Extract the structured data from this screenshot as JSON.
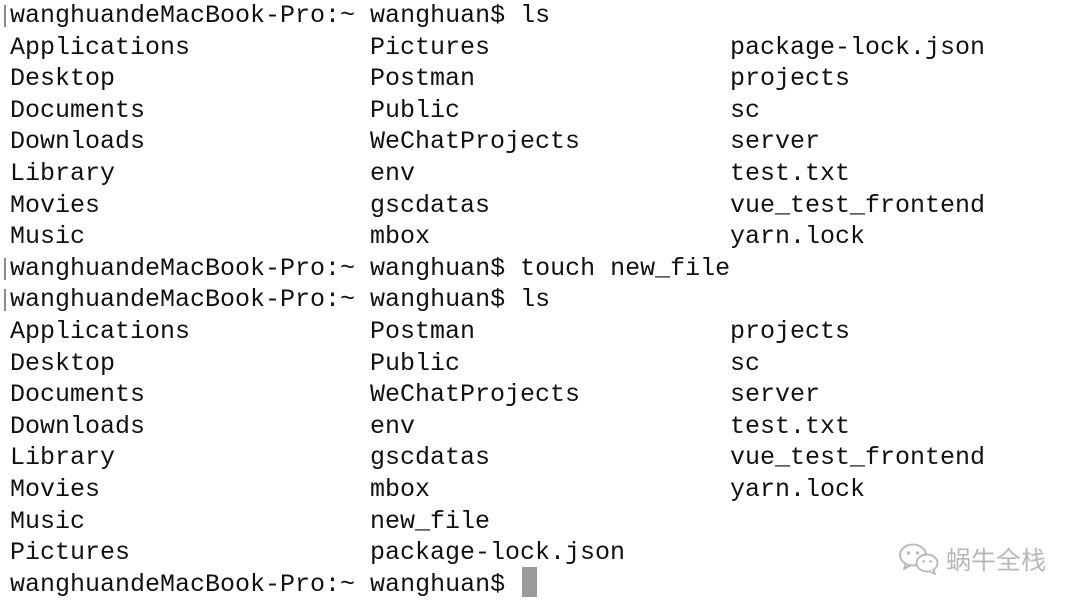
{
  "terminal": {
    "cursor_color": "#9a9a9a",
    "lines": [
      {
        "kind": "prompt",
        "prompt": "wanghuandeMacBook-Pro:~ wanghuan$ ",
        "command": "ls",
        "marker": true
      },
      {
        "kind": "files",
        "cols": [
          "Applications",
          "Pictures",
          "package-lock.json"
        ]
      },
      {
        "kind": "files",
        "cols": [
          "Desktop",
          "Postman",
          "projects"
        ]
      },
      {
        "kind": "files",
        "cols": [
          "Documents",
          "Public",
          "sc"
        ]
      },
      {
        "kind": "files",
        "cols": [
          "Downloads",
          "WeChatProjects",
          "server"
        ]
      },
      {
        "kind": "files",
        "cols": [
          "Library",
          "env",
          "test.txt"
        ]
      },
      {
        "kind": "files",
        "cols": [
          "Movies",
          "gscdatas",
          "vue_test_frontend"
        ]
      },
      {
        "kind": "files",
        "cols": [
          "Music",
          "mbox",
          "yarn.lock"
        ]
      },
      {
        "kind": "prompt",
        "prompt": "wanghuandeMacBook-Pro:~ wanghuan$ ",
        "command": "touch new_file",
        "marker": true
      },
      {
        "kind": "prompt",
        "prompt": "wanghuandeMacBook-Pro:~ wanghuan$ ",
        "command": "ls",
        "marker": true
      },
      {
        "kind": "files",
        "cols": [
          "Applications",
          "Postman",
          "projects"
        ]
      },
      {
        "kind": "files",
        "cols": [
          "Desktop",
          "Public",
          "sc"
        ]
      },
      {
        "kind": "files",
        "cols": [
          "Documents",
          "WeChatProjects",
          "server"
        ]
      },
      {
        "kind": "files",
        "cols": [
          "Downloads",
          "env",
          "test.txt"
        ]
      },
      {
        "kind": "files",
        "cols": [
          "Library",
          "gscdatas",
          "vue_test_frontend"
        ]
      },
      {
        "kind": "files",
        "cols": [
          "Movies",
          "mbox",
          "yarn.lock"
        ]
      },
      {
        "kind": "files",
        "cols": [
          "Music",
          "new_file",
          ""
        ]
      },
      {
        "kind": "files",
        "cols": [
          "Pictures",
          "package-lock.json",
          ""
        ]
      },
      {
        "kind": "active-prompt",
        "prompt": "wanghuandeMacBook-Pro:~ wanghuan$ ",
        "command": "",
        "marker": false
      }
    ]
  },
  "watermark": {
    "icon": "wechat-icon",
    "text": "蜗牛全栈"
  }
}
